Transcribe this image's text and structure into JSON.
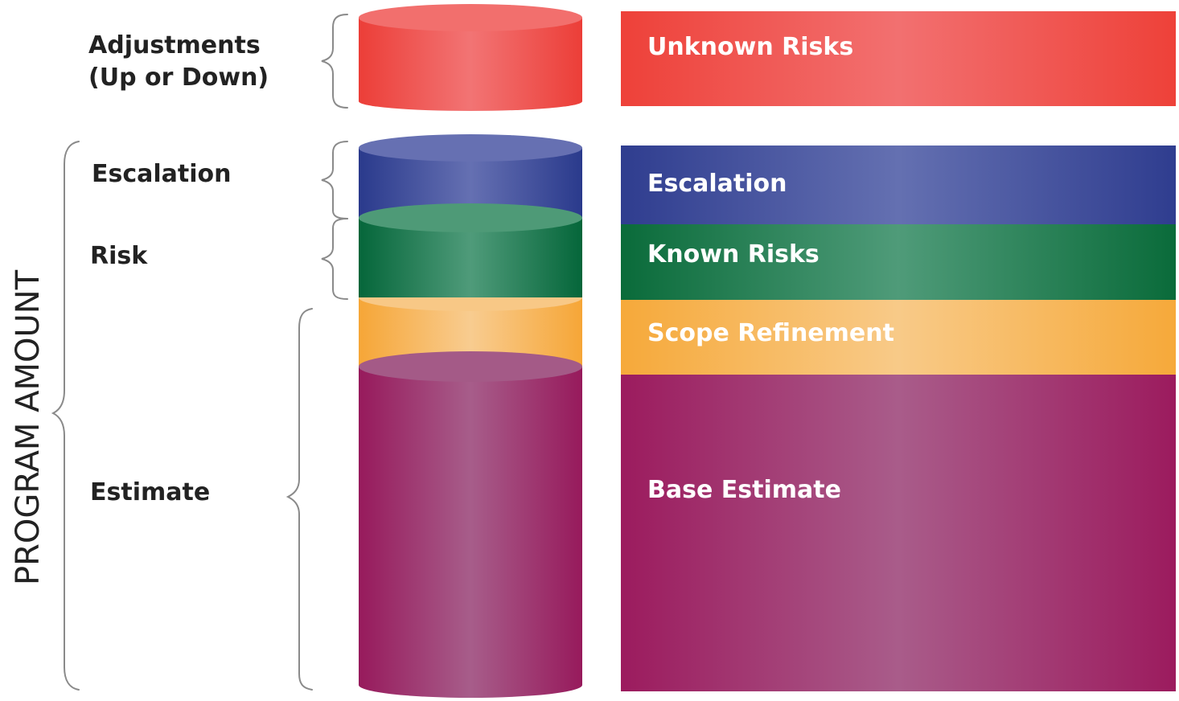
{
  "axis_label": "PROGRAM AMOUNT",
  "left_labels": {
    "adjustments_line1": "Adjustments",
    "adjustments_line2": "(Up or Down)",
    "escalation": "Escalation",
    "risk": "Risk",
    "estimate": "Estimate"
  },
  "bars": [
    {
      "key": "unknown",
      "label": "Unknown Risks",
      "color": "#ee4139",
      "light": "#f27070"
    },
    {
      "key": "escalation",
      "label": "Escalation",
      "color": "#2f3d8f",
      "light": "#6470b1"
    },
    {
      "key": "known",
      "label": "Known Risks",
      "color": "#0a6b3a",
      "light": "#4f9b79"
    },
    {
      "key": "scope",
      "label": "Scope Refinement",
      "color": "#f6a93a",
      "light": "#f8ca88"
    },
    {
      "key": "base",
      "label": "Base Estimate",
      "color": "#9c1b5e",
      "light": "#a95c8a"
    }
  ]
}
